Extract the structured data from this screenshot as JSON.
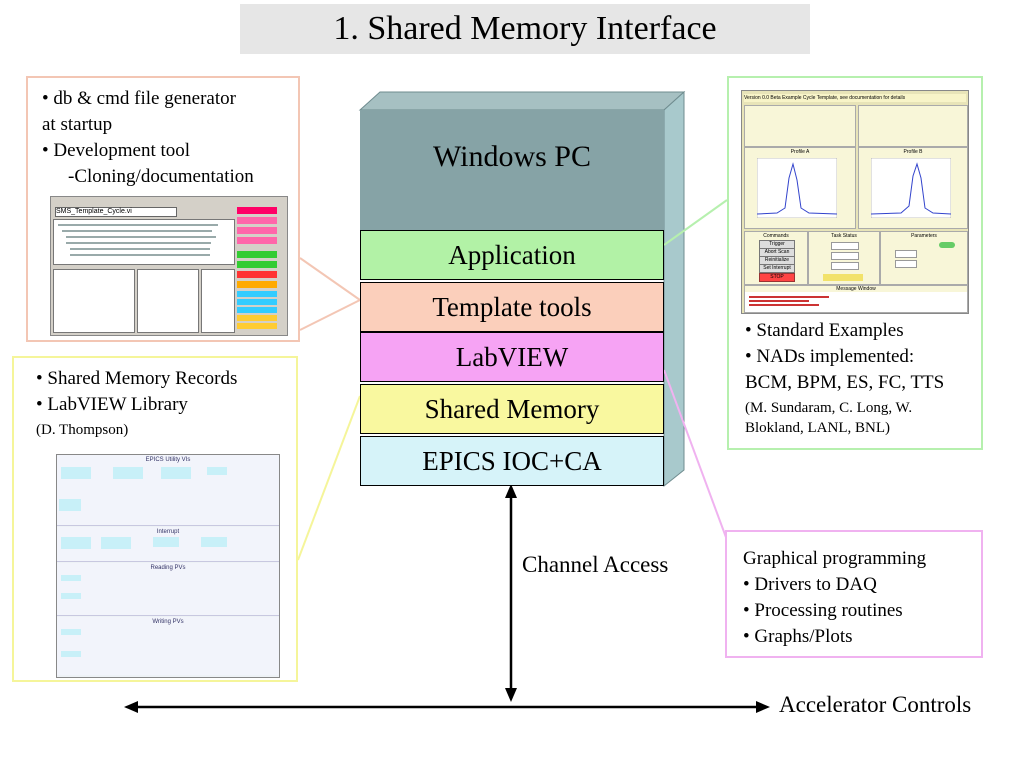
{
  "title": "1. Shared Memory Interface",
  "computer": {
    "label": "Windows PC",
    "layers": [
      {
        "label": "Application",
        "color": "#b2f2a6"
      },
      {
        "label": "Template tools",
        "color": "#fbcfbb"
      },
      {
        "label": "LabVIEW",
        "color": "#f6a3f4"
      },
      {
        "label": "Shared Memory",
        "color": "#f9f89f"
      },
      {
        "label": "EPICS IOC+CA",
        "color": "#d6f3f9"
      }
    ],
    "box_color": "#86a3a6"
  },
  "callouts": {
    "dev": {
      "lines": [
        "• db & cmd file generator",
        "at startup",
        "• Development tool",
        "-Cloning/documentation"
      ]
    },
    "shm": {
      "lines": [
        "• Shared Memory Records",
        "• LabVIEW Library"
      ],
      "credit": "(D. Thompson)"
    },
    "app": {
      "lines": [
        "• Standard Examples",
        "• NADs implemented:",
        "BCM, BPM, ES, FC, TTS"
      ],
      "credits": [
        "(M. Sundaram,  C. Long, W.",
        "Blokland, LANL, BNL)"
      ]
    },
    "lv": {
      "lines": [
        "Graphical programming",
        "• Drivers to DAQ",
        "• Processing routines",
        "• Graphs/Plots"
      ]
    }
  },
  "channel_access_label": "Channel Access",
  "accelerator_controls_label": "Accelerator Controls",
  "shots": {
    "template_tool": {
      "filename": "SMS_Template_Cycle.vi"
    },
    "app_panel": {
      "header": "Version 0.0 Beta   Example Cycle Template, see documentation for details",
      "profile_a": "Profile A",
      "profile_b": "Profile B",
      "commands": "Commands",
      "task_status": "Task Status",
      "parameters": "Parameters",
      "message_window": "Message Window",
      "buttons": [
        "Trigger",
        "Abort Scan",
        "Reinitialize",
        "Set Interrupt",
        "STOP"
      ]
    },
    "library": {
      "sections": [
        "EPICS Utility VIs",
        "Interrupt",
        "Reading PVs",
        "Writing PVs"
      ]
    }
  }
}
